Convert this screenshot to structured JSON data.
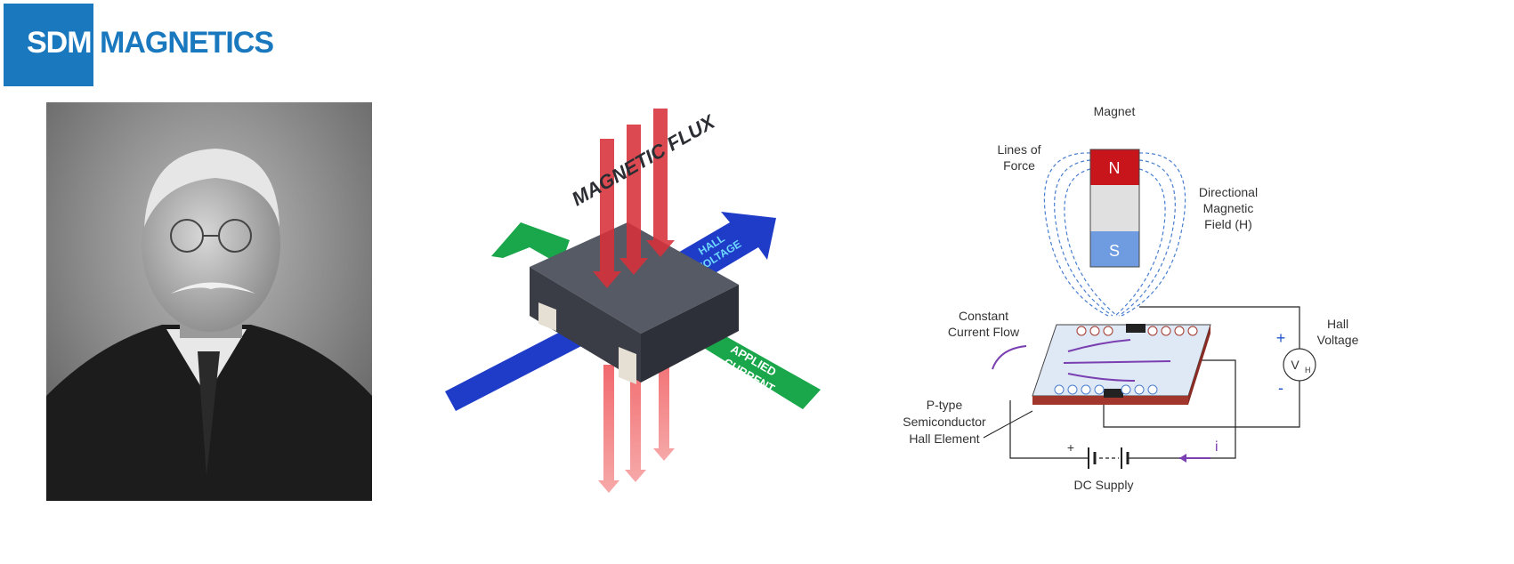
{
  "logo": {
    "sdm": "SDM",
    "magnetics": "MAGNETICS",
    "brand_color": "#1a78be"
  },
  "sensor": {
    "flux_label": "MAGNETIC FLUX",
    "hall_voltage": [
      "HALL",
      "VOLTAGE"
    ],
    "applied_current": [
      "APPLIED",
      "CURRENT"
    ],
    "colors": {
      "flux": "#e8464a",
      "green": "#1aa64a",
      "blue": "#1f3cc8",
      "chip": "#4a4e58"
    }
  },
  "diagram": {
    "magnet": "Magnet",
    "north": "N",
    "south": "S",
    "lines_of_force": [
      "Lines of",
      "Force"
    ],
    "directional_field": [
      "Directional",
      "Magnetic",
      "Field (H)"
    ],
    "constant_current": [
      "Constant",
      "Current Flow"
    ],
    "hall_voltage": [
      "Hall",
      "Voltage"
    ],
    "plus": "+",
    "minus": "-",
    "vh_main": "V",
    "vh_sub": "H",
    "ptype": [
      "P-type",
      "Semiconductor",
      "Hall Element"
    ],
    "battery_plus": "+",
    "current_i": "i",
    "dc_supply": "DC Supply",
    "colors": {
      "north": "#c8151b",
      "south": "#6f9be0",
      "field": "#4a7fd0",
      "current": "#7a3fb0",
      "slab_edge": "#a0362c"
    }
  }
}
